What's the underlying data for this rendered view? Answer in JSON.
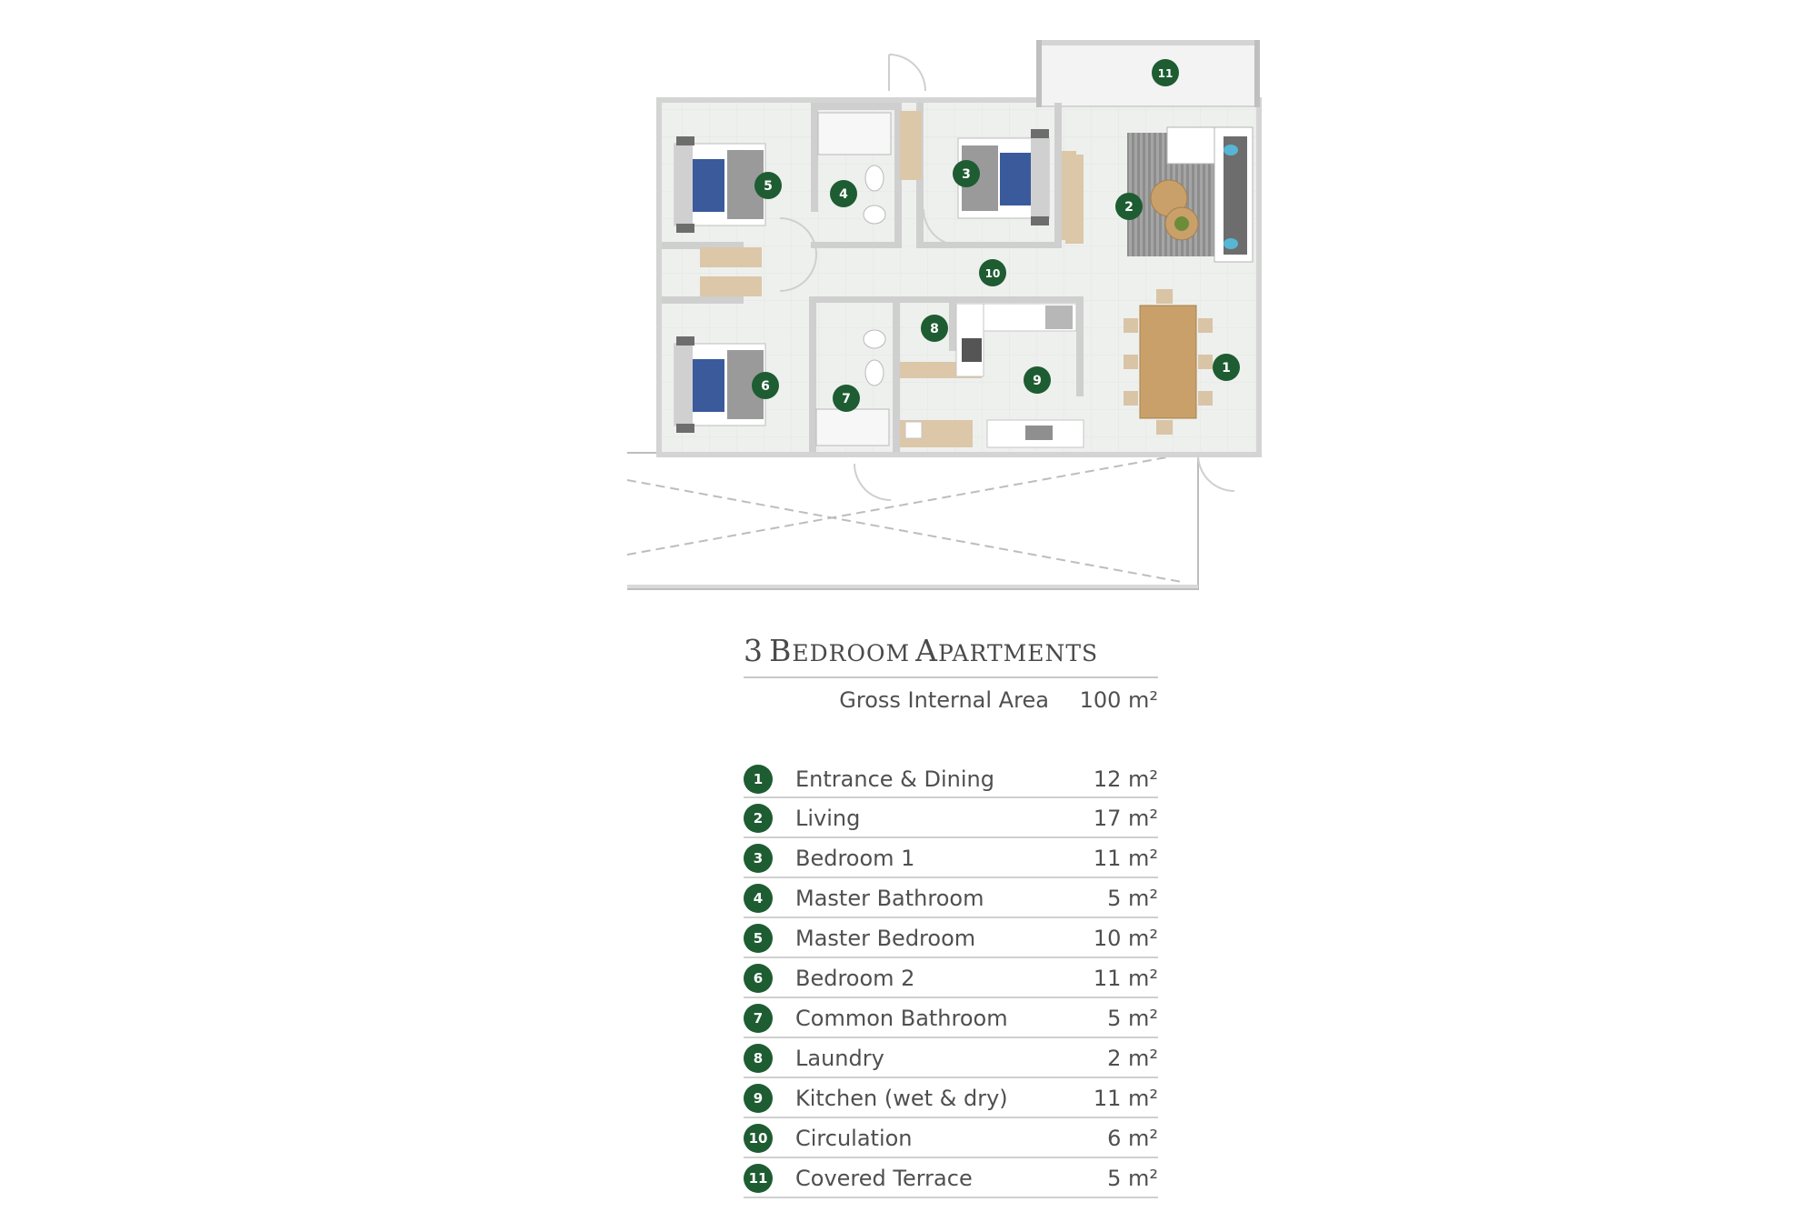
{
  "plan": {
    "markers": [
      "1",
      "2",
      "3",
      "4",
      "5",
      "6",
      "7",
      "8",
      "9",
      "10",
      "11"
    ]
  },
  "schedule": {
    "title_first": "3",
    "title_rest": [
      {
        "cap": "B",
        "rest": "EDROOM"
      },
      {
        "cap": "A",
        "rest": "PARTMENTS"
      }
    ],
    "gross_label": "Gross Internal Area",
    "gross_value": "100 m²",
    "rooms": [
      {
        "num": "1",
        "name": "Entrance & Dining",
        "area": "12 m²"
      },
      {
        "num": "2",
        "name": "Living",
        "area": "17 m²"
      },
      {
        "num": "3",
        "name": "Bedroom 1",
        "area": "11 m²"
      },
      {
        "num": "4",
        "name": "Master Bathroom",
        "area": "5 m²"
      },
      {
        "num": "5",
        "name": "Master Bedroom",
        "area": "10 m²"
      },
      {
        "num": "6",
        "name": "Bedroom 2",
        "area": "11 m²"
      },
      {
        "num": "7",
        "name": "Common Bathroom",
        "area": "5 m²"
      },
      {
        "num": "8",
        "name": "Laundry",
        "area": "2 m²"
      },
      {
        "num": "9",
        "name": "Kitchen (wet & dry)",
        "area": "11 m²"
      },
      {
        "num": "10",
        "name": "Circulation",
        "area": "6 m²"
      },
      {
        "num": "11",
        "name": "Covered Terrace",
        "area": "5 m²"
      }
    ]
  },
  "colors": {
    "marker": "#1e5c32",
    "floor": "#eef0ee",
    "wall": "#ffffff",
    "wood": "#d9c4a6",
    "bedding": "#2f4f8f",
    "rug": "#9a9a9a"
  }
}
